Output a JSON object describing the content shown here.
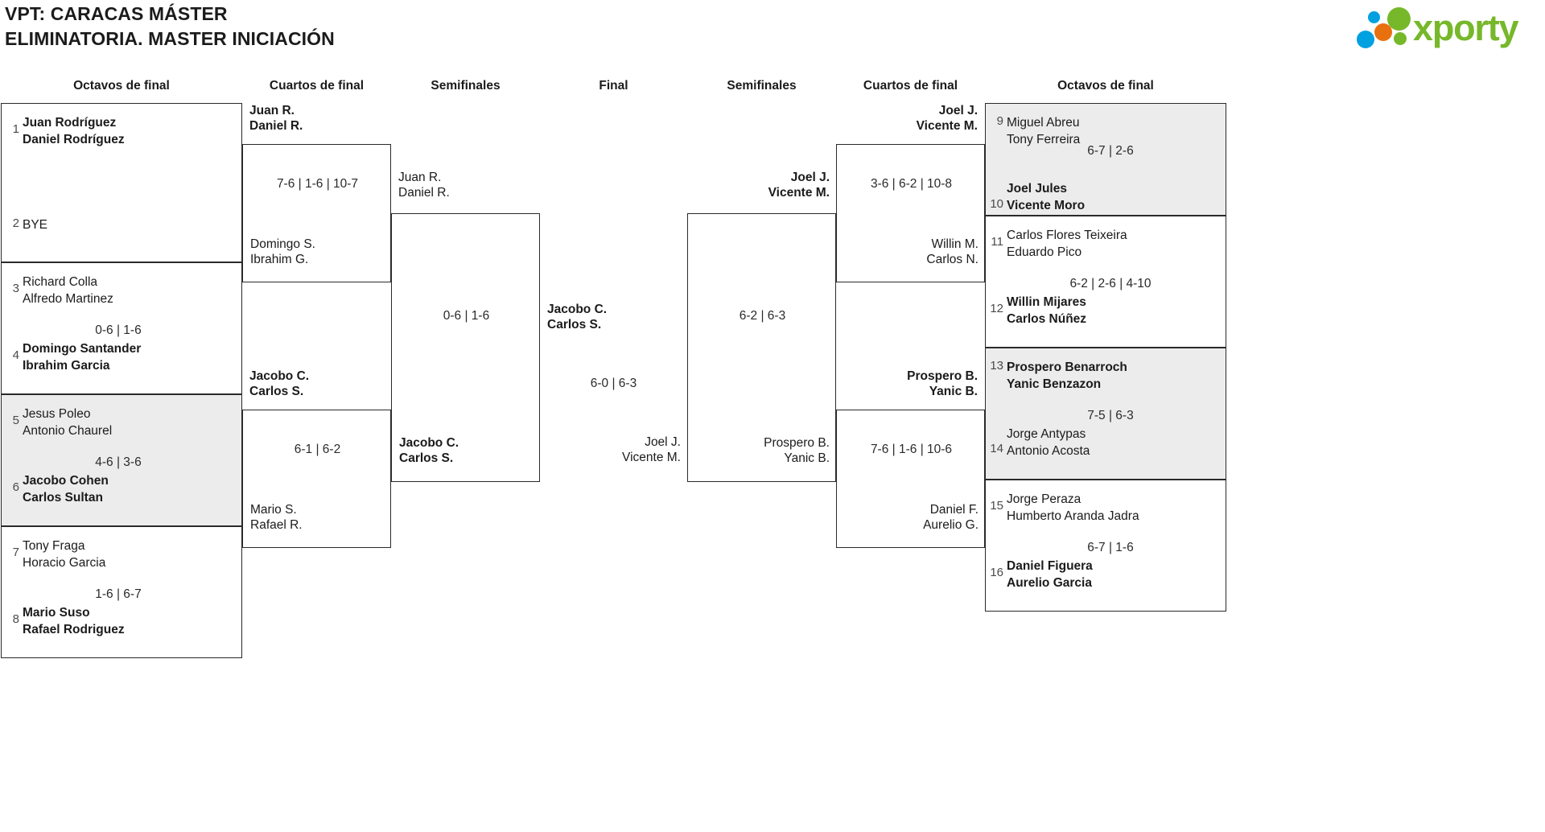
{
  "header": {
    "title_line1": "VPT: CARACAS MÁSTER",
    "title_line2": "ELIMINATORIA. MASTER INICIACIÓN",
    "logo_text": "xporty",
    "logo_colors": {
      "green": "#76b82a",
      "blue": "#00a0e1",
      "orange": "#e8700f"
    }
  },
  "round_headers": {
    "left_r16": "Octavos de final",
    "left_qf": "Cuartos de final",
    "left_sf": "Semifinales",
    "final": "Final",
    "right_sf": "Semifinales",
    "right_qf": "Cuartos de final",
    "right_r16": "Octavos de final"
  },
  "left_r16": [
    {
      "seed_top": "1",
      "top_l1": "Juan Rodríguez",
      "top_l2": "Daniel Rodríguez",
      "top_win": true,
      "seed_bot": "2",
      "bot_l1": "BYE",
      "bot_l2": "",
      "bot_win": false,
      "score": "",
      "shaded": true
    },
    {
      "seed_top": "3",
      "top_l1": "Richard Colla",
      "top_l2": "Alfredo Martinez",
      "top_win": false,
      "seed_bot": "4",
      "bot_l1": "Domingo Santander",
      "bot_l2": "Ibrahim Garcia",
      "bot_win": true,
      "score": "0-6 | 1-6",
      "shaded": false
    },
    {
      "seed_top": "5",
      "top_l1": "Jesus Poleo",
      "top_l2": "Antonio Chaurel",
      "top_win": false,
      "seed_bot": "6",
      "bot_l1": "Jacobo Cohen",
      "bot_l2": "Carlos Sultan",
      "bot_win": true,
      "score": "4-6 | 3-6",
      "shaded": true
    },
    {
      "seed_top": "7",
      "top_l1": "Tony Fraga",
      "top_l2": "Horacio Garcia",
      "top_win": false,
      "seed_bot": "8",
      "bot_l1": "Mario Suso",
      "bot_l2": "Rafael Rodriguez",
      "bot_win": true,
      "score": "1-6 | 6-7",
      "shaded": false
    }
  ],
  "left_qf": [
    {
      "top_l1": "Juan R.",
      "top_l2": "Daniel R.",
      "top_win": true,
      "bot_l1": "Domingo S.",
      "bot_l2": "Ibrahim G.",
      "bot_win": false,
      "score": "7-6 | 1-6 | 10-7"
    },
    {
      "top_l1": "Jacobo C.",
      "top_l2": "Carlos S.",
      "top_win": true,
      "bot_l1": "Mario S.",
      "bot_l2": "Rafael R.",
      "bot_win": false,
      "score": "6-1 | 6-2"
    }
  ],
  "left_sf": [
    {
      "top_l1": "Juan R.",
      "top_l2": "Daniel R.",
      "top_win": false,
      "bot_l1": "Jacobo C.",
      "bot_l2": "Carlos S.",
      "bot_win": true,
      "score": "0-6 | 1-6"
    }
  ],
  "final": {
    "top_l1": "Jacobo C.",
    "top_l2": "Carlos S.",
    "top_win": true,
    "bot_l1": "Joel J.",
    "bot_l2": "Vicente M.",
    "bot_win": false,
    "score": "6-0 | 6-3"
  },
  "right_sf": [
    {
      "top_l1": "Joel J.",
      "top_l2": "Vicente M.",
      "top_win": true,
      "bot_l1": "Prospero B.",
      "bot_l2": "Yanic B.",
      "bot_win": false,
      "score": "6-2 | 6-3"
    }
  ],
  "right_qf": [
    {
      "top_l1": "Joel J.",
      "top_l2": "Vicente M.",
      "top_win": true,
      "bot_l1": "Willin M.",
      "bot_l2": "Carlos N.",
      "bot_win": false,
      "score": "3-6 | 6-2 | 10-8"
    },
    {
      "top_l1": "Prospero B.",
      "top_l2": "Yanic B.",
      "top_win": true,
      "bot_l1": "Daniel F.",
      "bot_l2": "Aurelio G.",
      "bot_win": false,
      "score": "7-6 | 1-6 | 10-6"
    }
  ],
  "right_r16": [
    {
      "seed_top": "9",
      "top_l1": "Miguel Abreu",
      "top_l2": "Tony Ferreira",
      "top_win": false,
      "seed_bot": "10",
      "bot_l1": "Joel Jules",
      "bot_l2": "Vicente Moro",
      "bot_win": true,
      "score": "6-7 | 2-6",
      "shaded": true
    },
    {
      "seed_top": "11",
      "top_l1": "Carlos Flores Teixeira",
      "top_l2": "Eduardo Pico",
      "top_win": false,
      "seed_bot": "12",
      "bot_l1": "Willin Mijares",
      "bot_l2": "Carlos Núñez",
      "bot_win": true,
      "score": "6-2 | 2-6 | 4-10",
      "shaded": false
    },
    {
      "seed_top": "13",
      "top_l1": "Prospero Benarroch",
      "top_l2": "Yanic Benzazon",
      "top_win": true,
      "seed_bot": "14",
      "bot_l1": "Jorge Antypas",
      "bot_l2": "Antonio Acosta",
      "bot_win": false,
      "score": "7-5 | 6-3",
      "shaded": true
    },
    {
      "seed_top": "15",
      "top_l1": "Jorge Peraza",
      "top_l2": "Humberto Aranda Jadra",
      "top_win": false,
      "seed_bot": "16",
      "bot_l1": "Daniel Figuera",
      "bot_l2": "Aurelio Garcia",
      "bot_win": true,
      "score": "6-7 | 1-6",
      "shaded": false
    }
  ]
}
